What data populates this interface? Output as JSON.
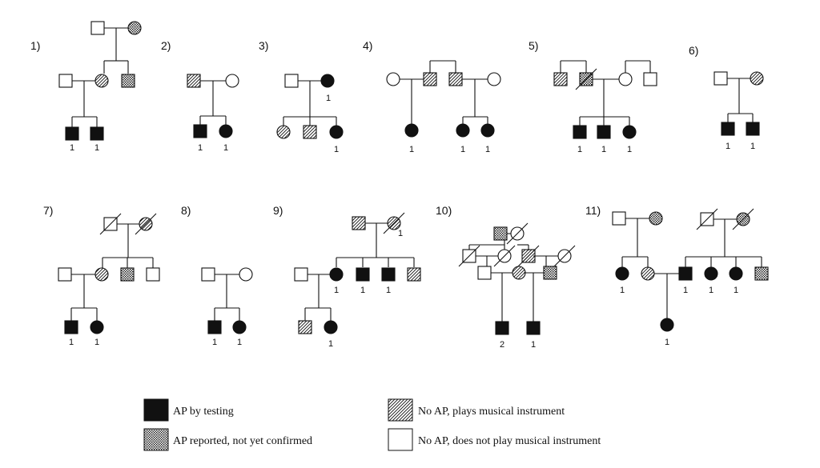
{
  "pedigree_labels": [
    "1)",
    "2)",
    "3)",
    "4)",
    "5)",
    "6)",
    "7)",
    "8)",
    "9)",
    "10)",
    "11)"
  ],
  "legend": {
    "ap_testing": "AP by testing",
    "ap_reported": "AP reported, not yet confirmed",
    "no_ap_plays": "No AP, plays musical instrument",
    "no_ap_noplay": "No AP, does not play musical instrument"
  },
  "colors": {
    "ink": "#111111",
    "background": "#ffffff"
  }
}
